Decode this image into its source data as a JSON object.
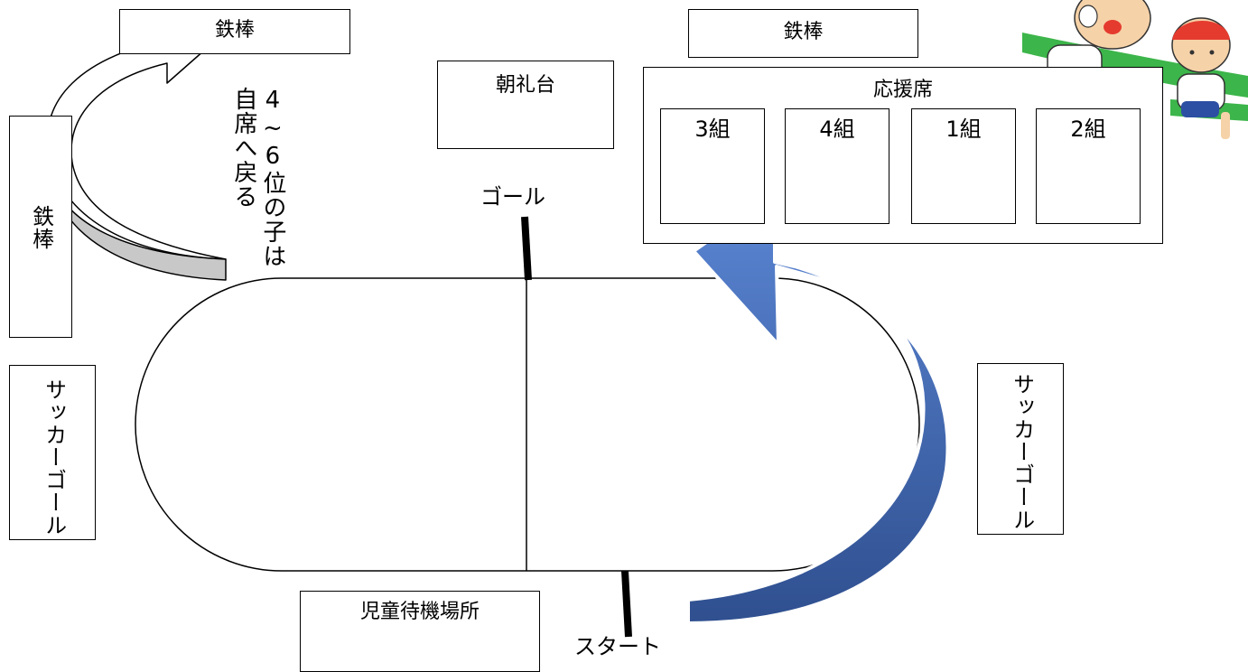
{
  "labels": {
    "bar_top_left": "鉄棒",
    "bar_top_right": "鉄棒",
    "bar_left": "鉄棒",
    "stand": "朝礼台",
    "cheer_area": "応援席",
    "groups": [
      "3組",
      "4組",
      "1組",
      "2組"
    ],
    "goal": "ゴール",
    "start": "スタート",
    "waiting_area": "児童待機場所",
    "soccer_goal_left": "サッカーゴール",
    "soccer_goal_right": "サッカーゴール",
    "return_note_line1": "4~6位の子は",
    "return_note_line2": "自席へ戻る"
  },
  "colors": {
    "accent_blue": "#4472c4",
    "arrow_gray": "#c8c8c8"
  },
  "illustration": "running-children-illustration"
}
